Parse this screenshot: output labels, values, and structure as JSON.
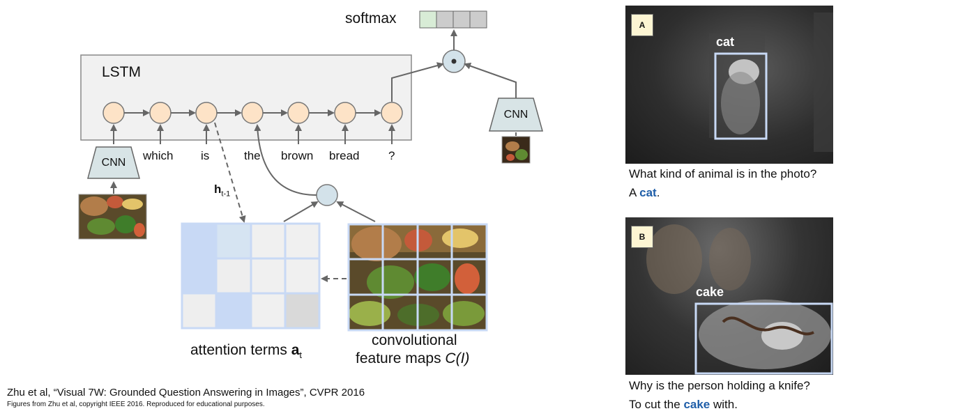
{
  "diagram": {
    "softmax_label": "softmax",
    "lstm_label": "LSTM",
    "cnn_label": "CNN",
    "words": [
      "which",
      "is",
      "the",
      "brown",
      "bread",
      "?"
    ],
    "hidden_label": "h",
    "hidden_sub": "t-1",
    "attention_label": "attention terms ",
    "attention_bold": "a",
    "attention_sub": "t",
    "conv_label_1": "convolutional",
    "conv_label_2": "feature maps ",
    "conv_label_3": "C(I)"
  },
  "example_a": {
    "tag": "A",
    "box_label": "cat",
    "question": "What kind of animal is in the photo?",
    "answer_prefix": "A ",
    "answer_highlight": "cat",
    "answer_suffix": "."
  },
  "example_b": {
    "tag": "B",
    "box_label": "cake",
    "question": "Why is the person holding a knife?",
    "answer_prefix": "To cut the ",
    "answer_highlight": "cake",
    "answer_suffix": " with."
  },
  "citation": {
    "main": "Zhu et al, “Visual 7W: Grounded Question Answering in Images”, CVPR 2016",
    "note": "Figures from Zhu et al, copyright IEEE 2016. Reproduced for educational purposes."
  },
  "colors": {
    "lstm_node": "#fde3c7",
    "combine_node": "#d3e2ea",
    "cnn_fill": "#d8e4e6",
    "attention_strong": "#c8d9f5",
    "attention_weak": "#eeeeee",
    "highlight_text": "#1f5ea8",
    "softmax_first": "#d8ecd6",
    "softmax_rest": "#cccccc"
  }
}
